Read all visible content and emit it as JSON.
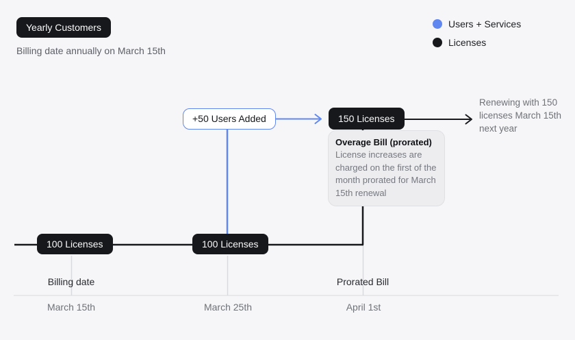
{
  "header": {
    "badge": "Yearly Customers",
    "subtitle": "Billing date annually on March 15th"
  },
  "legend": {
    "items": [
      {
        "label": "Users + Services",
        "color": "#6087f0"
      },
      {
        "label": "Licenses",
        "color": "#17181c"
      }
    ]
  },
  "diagram": {
    "users_added_label": "+50 Users Added",
    "licenses_150_label": "150 Licenses",
    "licenses_100_left_label": "100 Licenses",
    "licenses_100_mid_label": "100 Licenses",
    "renewal_note": "Renewing with 150 licenses March 15th next year",
    "overage": {
      "title": "Overage Bill (prorated)",
      "body": "License increases are charged on the first of the month prorated for March 15th renewal"
    }
  },
  "timeline": {
    "annotations": [
      {
        "label": "Billing date"
      },
      {
        "label": "Prorated Bill"
      }
    ],
    "ticks": [
      {
        "label": "March 15th"
      },
      {
        "label": "March 25th"
      },
      {
        "label": "April 1st"
      }
    ]
  },
  "colors": {
    "background": "#f6f6f8",
    "ink": "#17181c",
    "accent": "#6087f0",
    "grid": "#d9dade",
    "card_bg": "#ededf0",
    "card_border": "#dfe0e4",
    "gray_text": "#6e7277"
  }
}
